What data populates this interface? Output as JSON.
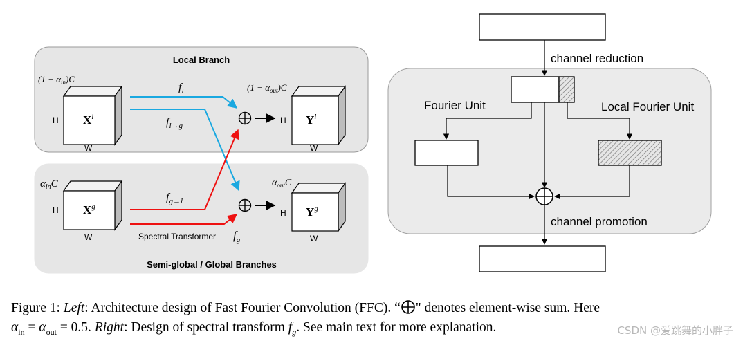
{
  "left_diagram": {
    "local_branch_title": "Local Branch",
    "global_branch_title": "Semi-global / Global Branches",
    "in_local_channels": "(1 − α",
    "in_local_channels_sub": "in",
    "in_local_channels_tail": ")C",
    "out_local_channels": "(1 − α",
    "out_local_channels_sub": "out",
    "out_local_channels_tail": ")C",
    "in_global_channels": "α",
    "in_global_channels_sub": "in",
    "in_global_channels_tail": "C",
    "out_global_channels": "α",
    "out_global_channels_sub": "out",
    "out_global_channels_tail": "C",
    "h_label": "H",
    "w_label": "W",
    "x_local_base": "X",
    "x_local_sup": "l",
    "x_global_base": "X",
    "x_global_sup": "g",
    "y_local_base": "Y",
    "y_local_sup": "l",
    "y_global_base": "Y",
    "y_global_sup": "g",
    "f_l_base": "f",
    "f_l_sub": "l",
    "f_lg_base": "f",
    "f_lg_sub": "l→g",
    "f_gl_base": "f",
    "f_gl_sub": "g→l",
    "spectral_label": "Spectral Transformer",
    "f_g_base": "f",
    "f_g_sub": "g",
    "sum_symbol": "⊕",
    "blue": "#1aa8e0",
    "red": "#ee1111"
  },
  "right_diagram": {
    "channel_reduction": "channel reduction",
    "fourier_unit": "Fourier Unit",
    "local_fourier_unit": "Local Fourier Unit",
    "channel_promotion": "channel promotion"
  },
  "caption": {
    "prefix": "Figure 1: ",
    "left": "Left",
    "part1": ": Architecture design of Fast Fourier Convolution (FFC). “",
    "part2": "\" denotes element-wise sum. Here",
    "alpha_in": "α",
    "alpha_in_sub": "in",
    "eq1": " = ",
    "alpha_out": "α",
    "alpha_out_sub": "out",
    "eq2": " = 0.5. ",
    "right": "Right",
    "part3": ": Design of spectral transform ",
    "fg_base": "f",
    "fg_sub": "g",
    "part4": ". See main text for more explanation."
  },
  "watermark": "CSDN @爱跳舞的小胖子"
}
